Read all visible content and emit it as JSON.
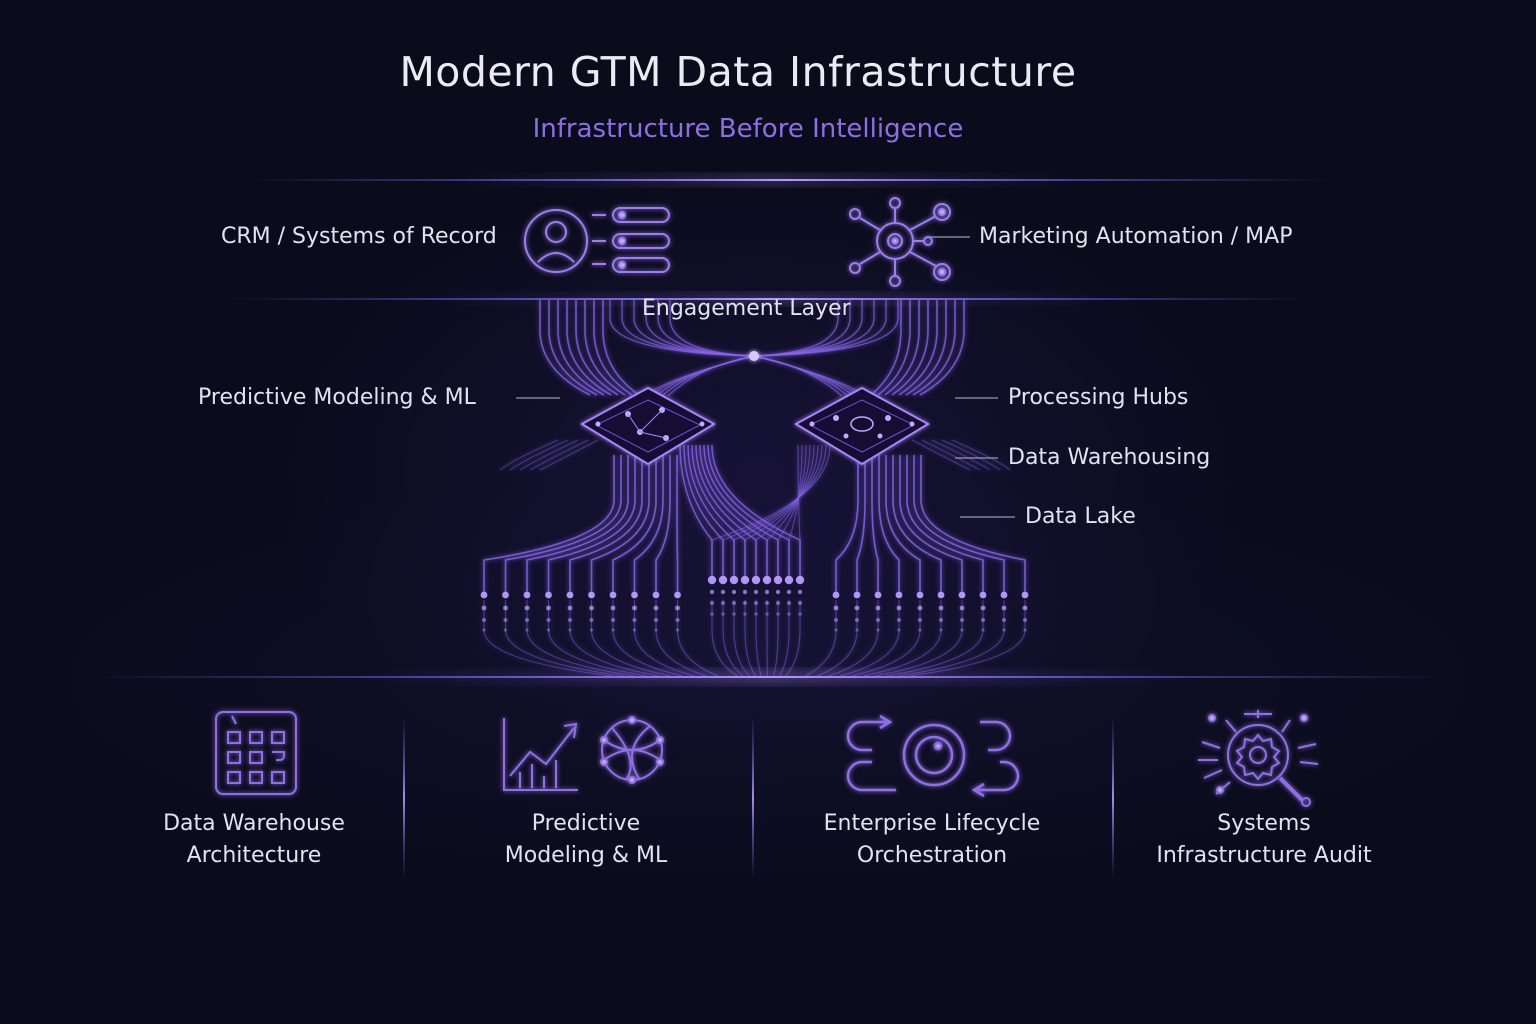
{
  "header": {
    "title": "Modern GTM Data Infrastructure",
    "subtitle": "Infrastructure Before Intelligence"
  },
  "diagram": {
    "crm_label": "CRM / Systems of Record",
    "map_label": "Marketing Automation / MAP",
    "engagement_label": "Engagement Layer",
    "predictive_label": "Predictive Modeling & ML",
    "processing_label": "Processing Hubs",
    "warehousing_label": "Data Warehousing",
    "datalake_label": "Data Lake"
  },
  "capabilities": [
    {
      "line1": "Data Warehouse",
      "line2": "Architecture",
      "icon": "grid-calendar-icon"
    },
    {
      "line1": "Predictive",
      "line2": "Modeling & ML",
      "icon": "growth-chart-icon"
    },
    {
      "line1": "Enterprise Lifecycle",
      "line2": "Orchestration",
      "icon": "lifecycle-loop-icon"
    },
    {
      "line1": "Systems",
      "line2": "Infrastructure Audit",
      "icon": "audit-gear-icon"
    }
  ],
  "colors": {
    "background": "#0a0c1c",
    "accent": "#8d6ee6",
    "glow": "#a07bff",
    "line": "#7d5ce8"
  }
}
